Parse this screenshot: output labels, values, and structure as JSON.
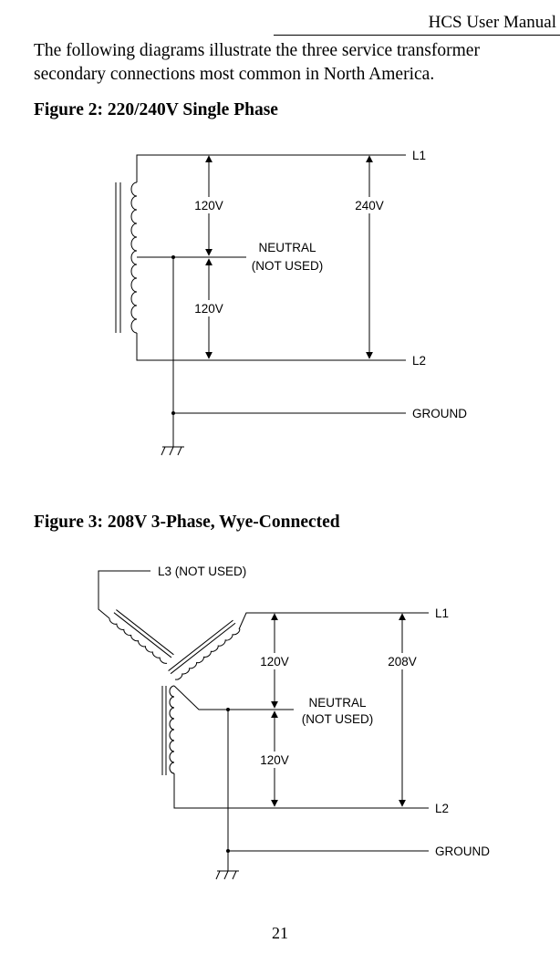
{
  "header": {
    "title": "HCS User Manual"
  },
  "intro_text": "The  following diagrams illustrate the three service transformer secondary connections most common in North America.",
  "figure2": {
    "caption": "Figure 2: 220/240V Single Phase",
    "labels": {
      "l1": "L1",
      "l2": "L2",
      "ground": "GROUND",
      "v_upper": "120V",
      "v_lower": "120V",
      "v_total": "240V",
      "neutral_line1": "NEUTRAL",
      "neutral_line2": "(NOT USED)"
    }
  },
  "figure3": {
    "caption": "Figure 3: 208V 3-Phase, Wye-Connected",
    "labels": {
      "l3": "L3  (NOT USED)",
      "l1": "L1",
      "l2": "L2",
      "ground": "GROUND",
      "v_upper": "120V",
      "v_lower": "120V",
      "v_total": "208V",
      "neutral_line1": "NEUTRAL",
      "neutral_line2": "(NOT USED)"
    }
  },
  "page_number": "21"
}
